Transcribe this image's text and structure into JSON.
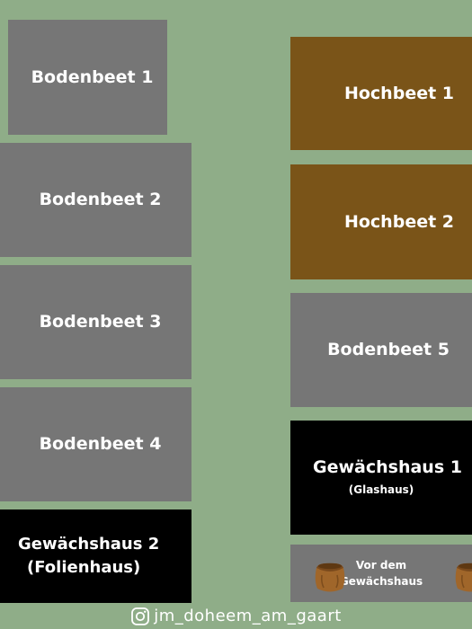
{
  "beds": {
    "bodenbeet_1": "Bodenbeet 1",
    "bodenbeet_2": "Bodenbeet 2",
    "bodenbeet_3": "Bodenbeet 3",
    "bodenbeet_4": "Bodenbeet 4",
    "bodenbeet_5": "Bodenbeet 5",
    "hochbeet_1": "Hochbeet 1",
    "hochbeet_2": "Hochbeet 2",
    "gewaechshaus_1": {
      "title": "Gewächshaus 1",
      "subtitle": "(Glashaus)"
    },
    "gewaechshaus_2": {
      "title_line1": "Gewächshaus 2",
      "title_line2": "(Folienhaus)"
    },
    "vor_dem_gewaechshaus": {
      "line1": "Vor dem",
      "line2": "Gewächshaus",
      "icon": "sack-icon"
    }
  },
  "footer": {
    "handle": "jm_doheem_am_gaart",
    "icon": "instagram-icon"
  },
  "colors": {
    "background": "#8fad88",
    "bodenbeet": "#767676",
    "hochbeet": "#7a5418",
    "gewaechshaus": "#000000",
    "text": "#ffffff"
  }
}
